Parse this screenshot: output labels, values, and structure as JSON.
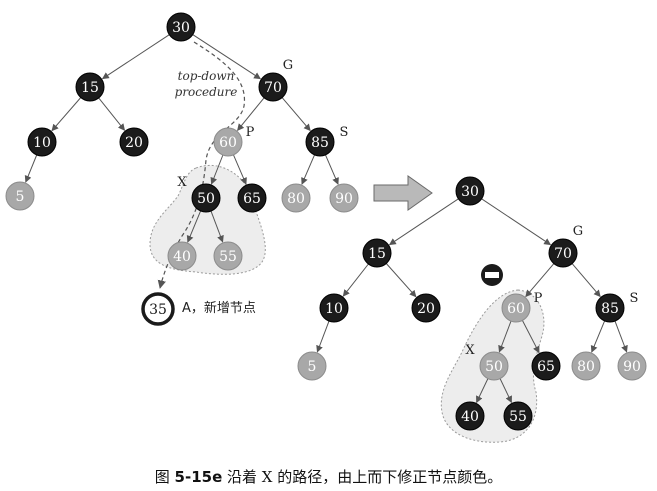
{
  "diagram": {
    "colors": {
      "black_node": "#1b1b1b",
      "gray_node": "#a8a8a8",
      "black_node_text": "#ffffff",
      "gray_node_text": "#ffffff",
      "edge": "#555555",
      "highlight_fill": "#ededed",
      "highlight_stroke": "#9a9a9a",
      "arrow_fill": "#b9b9b9",
      "arrow_stroke": "#6a6a6a",
      "new_node_ring": "#1b1b1b"
    },
    "annotation_top_down": "top-down\nprocedure",
    "new_node_label": "A，新增节点",
    "before": {
      "nodes": [
        {
          "id": "n30",
          "value": "30",
          "color": "black"
        },
        {
          "id": "n15",
          "value": "15",
          "color": "black"
        },
        {
          "id": "n70",
          "value": "70",
          "color": "black",
          "tag": "G"
        },
        {
          "id": "n10",
          "value": "10",
          "color": "black"
        },
        {
          "id": "n20",
          "value": "20",
          "color": "black"
        },
        {
          "id": "n60",
          "value": "60",
          "color": "gray",
          "tag": "P"
        },
        {
          "id": "n85",
          "value": "85",
          "color": "black",
          "tag": "S"
        },
        {
          "id": "n5",
          "value": "5",
          "color": "gray"
        },
        {
          "id": "n50",
          "value": "50",
          "color": "black",
          "tag": "X"
        },
        {
          "id": "n65",
          "value": "65",
          "color": "black"
        },
        {
          "id": "n80",
          "value": "80",
          "color": "gray"
        },
        {
          "id": "n90",
          "value": "90",
          "color": "gray"
        },
        {
          "id": "n40",
          "value": "40",
          "color": "gray"
        },
        {
          "id": "n55",
          "value": "55",
          "color": "gray"
        },
        {
          "id": "n35",
          "value": "35",
          "color": "new"
        }
      ],
      "edges": [
        [
          "n30",
          "n15"
        ],
        [
          "n30",
          "n70"
        ],
        [
          "n15",
          "n10"
        ],
        [
          "n15",
          "n20"
        ],
        [
          "n10",
          "n5"
        ],
        [
          "n70",
          "n60"
        ],
        [
          "n70",
          "n85"
        ],
        [
          "n60",
          "n50"
        ],
        [
          "n60",
          "n65"
        ],
        [
          "n85",
          "n80"
        ],
        [
          "n85",
          "n90"
        ],
        [
          "n50",
          "n40"
        ],
        [
          "n50",
          "n55"
        ]
      ]
    },
    "after": {
      "nodes": [
        {
          "id": "m30",
          "value": "30",
          "color": "black"
        },
        {
          "id": "m15",
          "value": "15",
          "color": "black"
        },
        {
          "id": "m70",
          "value": "70",
          "color": "black",
          "tag": "G"
        },
        {
          "id": "m10",
          "value": "10",
          "color": "black"
        },
        {
          "id": "m20",
          "value": "20",
          "color": "black"
        },
        {
          "id": "m60",
          "value": "60",
          "color": "gray",
          "tag": "P"
        },
        {
          "id": "m85",
          "value": "85",
          "color": "black",
          "tag": "S"
        },
        {
          "id": "m5",
          "value": "5",
          "color": "gray"
        },
        {
          "id": "m50",
          "value": "50",
          "color": "gray",
          "tag": "X"
        },
        {
          "id": "m65",
          "value": "65",
          "color": "black"
        },
        {
          "id": "m80",
          "value": "80",
          "color": "gray"
        },
        {
          "id": "m90",
          "value": "90",
          "color": "gray"
        },
        {
          "id": "m40",
          "value": "40",
          "color": "black"
        },
        {
          "id": "m55",
          "value": "55",
          "color": "black"
        }
      ],
      "edges": [
        [
          "m30",
          "m15"
        ],
        [
          "m30",
          "m70"
        ],
        [
          "m15",
          "m10"
        ],
        [
          "m15",
          "m20"
        ],
        [
          "m10",
          "m5"
        ],
        [
          "m70",
          "m60"
        ],
        [
          "m70",
          "m85"
        ],
        [
          "m60",
          "m50"
        ],
        [
          "m60",
          "m65"
        ],
        [
          "m85",
          "m80"
        ],
        [
          "m85",
          "m90"
        ],
        [
          "m50",
          "m40"
        ],
        [
          "m50",
          "m55"
        ]
      ]
    }
  },
  "caption": {
    "prefix": "图 ",
    "figure_number": "5-15e",
    "text": "  沿着 X 的路径，由上而下修正节点颜色。"
  }
}
